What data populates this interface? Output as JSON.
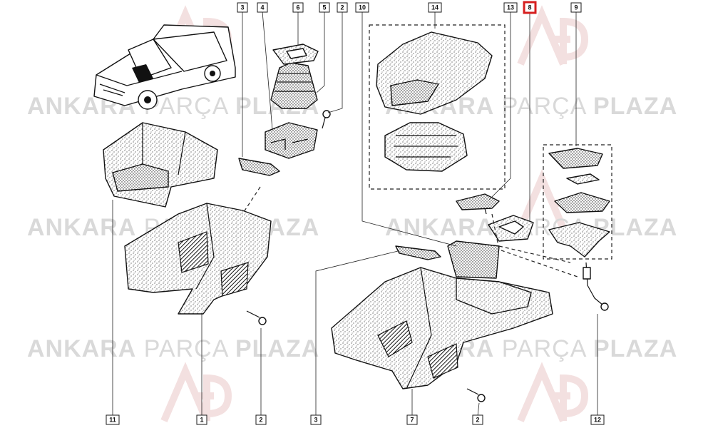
{
  "watermark": {
    "word1": "ANKARA",
    "word2": "PARÇA",
    "word3": "PLAZA",
    "color": "#d9d9d9",
    "logo_color": "#e9c7c7"
  },
  "callouts": {
    "top": [
      {
        "label": "3"
      },
      {
        "label": "4"
      },
      {
        "label": "6"
      },
      {
        "label": "5"
      },
      {
        "label": "2"
      },
      {
        "label": "10"
      },
      {
        "label": "14"
      },
      {
        "label": "13"
      },
      {
        "label": "8",
        "highlighted": true
      },
      {
        "label": "9"
      }
    ],
    "bottom": [
      {
        "label": "11"
      },
      {
        "label": "1"
      },
      {
        "label": "2"
      },
      {
        "label": "3"
      },
      {
        "label": "7"
      },
      {
        "label": "2"
      },
      {
        "label": "12"
      }
    ]
  },
  "colors": {
    "highlight": "#d61f1f",
    "line": "#111111"
  },
  "icons": {
    "vehicle": "van-illustration-icon",
    "logo": "ap-logo-icon"
  }
}
